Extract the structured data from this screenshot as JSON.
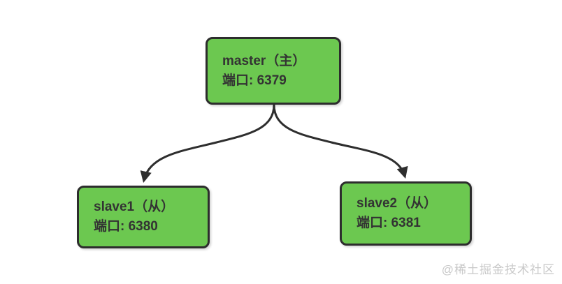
{
  "diagram": {
    "nodes": {
      "master": {
        "label": "master（主）",
        "port": "端口: 6379"
      },
      "slave1": {
        "label": "slave1（从）",
        "port": "端口: 6380"
      },
      "slave2": {
        "label": "slave2（从）",
        "port": "端口: 6381"
      }
    },
    "edges": [
      {
        "from": "master",
        "to": "slave1"
      },
      {
        "from": "master",
        "to": "slave2"
      }
    ],
    "colors": {
      "node_fill": "#6cc850",
      "node_border": "#2d2d2d",
      "node_text": "#333333",
      "arrow": "#2e2e2e",
      "watermark": "#c9c9c9",
      "background": "#ffffff"
    }
  },
  "watermark": {
    "text": "@稀土掘金技术社区"
  }
}
